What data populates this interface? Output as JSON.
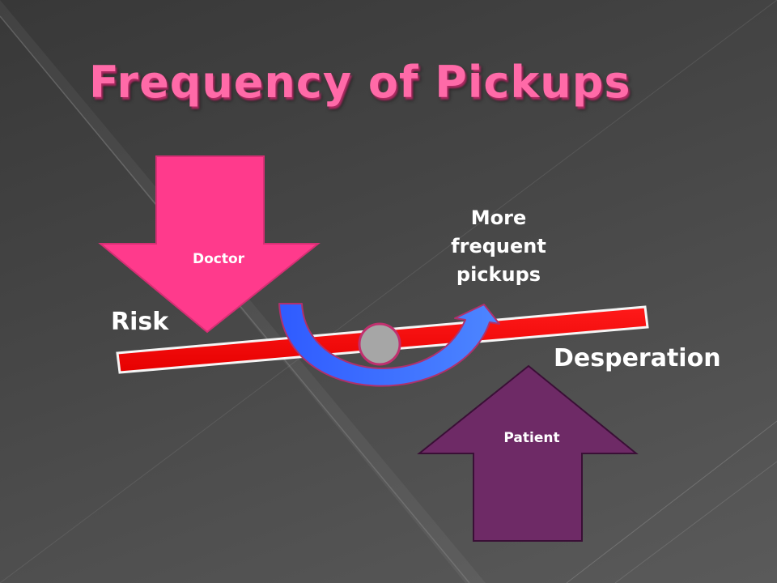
{
  "slide": {
    "title": "Frequency of Pickups",
    "labels": {
      "risk": "Risk",
      "desperation": "Desperation",
      "more_frequent": [
        "More",
        "frequent",
        "pickups"
      ],
      "doctor": "Doctor",
      "patient": "Patient"
    }
  },
  "colors": {
    "title": "#ff6aa8",
    "doctor_arrow": "#ff3a8c",
    "patient_arrow": "#6e2a66",
    "lever_bar": "#ff0000",
    "fulcrum": "#a6a6a6",
    "curved_arrow": "#3d6fff"
  }
}
